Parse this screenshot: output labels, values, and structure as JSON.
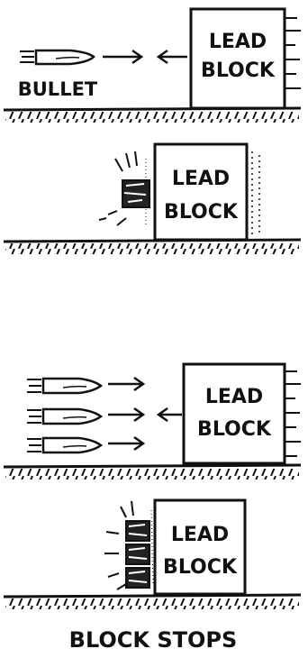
{
  "panels": {
    "p1": {
      "block_label_1": "LEAD",
      "block_label_2": "BLOCK",
      "bullet_label": "BULLET"
    },
    "p2": {
      "block_label_1": "LEAD",
      "block_label_2": "BLOCK"
    },
    "p3": {
      "block_label_1": "LEAD",
      "block_label_2": "BLOCK"
    },
    "p4": {
      "block_label_1": "LEAD",
      "block_label_2": "BLOCK"
    }
  },
  "caption": "BLOCK STOPS",
  "colors": {
    "ink": "#111111",
    "background": "#ffffff"
  }
}
